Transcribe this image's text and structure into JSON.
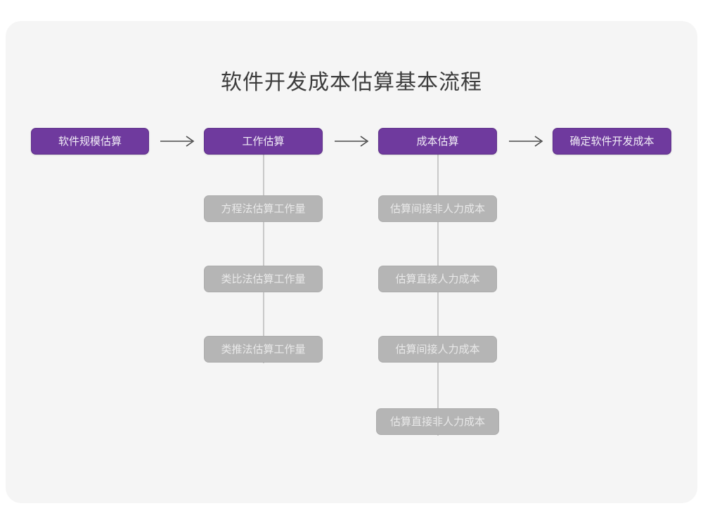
{
  "page": {
    "title": "软件开发成本估算基本流程",
    "background_color": "#ffffff",
    "card_color": "#f5f5f5"
  },
  "theme": {
    "primary_color": "#6f3a9e",
    "primary_border_color": "#5e3089",
    "primary_text_color": "#f2eef7",
    "secondary_color": "#b5b5b5",
    "secondary_border_color": "#acacac",
    "secondary_text_color": "#e9e9e9",
    "connector_color": "#c9c9c9",
    "arrow_color": "#4a4a4a",
    "title_color": "#3c3c3c"
  },
  "chart_data": {
    "type": "diagram",
    "title": "软件开发成本估算基本流程",
    "stages": [
      {
        "id": "stage-1",
        "label": "软件规模估算",
        "substeps": []
      },
      {
        "id": "stage-2",
        "label": "工作估算",
        "substeps": [
          "方程法估算工作量",
          "类比法估算工作量",
          "类推法估算工作量"
        ]
      },
      {
        "id": "stage-3",
        "label": "成本估算",
        "substeps": [
          "估算间接非人力成本",
          "估算直接人力成本",
          "估算间接人力成本",
          "估算直接非人力成本"
        ]
      },
      {
        "id": "stage-4",
        "label": "确定软件开发成本",
        "substeps": []
      }
    ],
    "connectors": [
      {
        "from": "stage-1",
        "to": "stage-2",
        "style": "arrow-right"
      },
      {
        "from": "stage-2",
        "to": "stage-3",
        "style": "arrow-right"
      },
      {
        "from": "stage-3",
        "to": "stage-4",
        "style": "arrow-right"
      },
      {
        "from": "stage-2",
        "to": "stage-2-substeps",
        "style": "vertical-line"
      },
      {
        "from": "stage-3",
        "to": "stage-3-substeps",
        "style": "vertical-line"
      }
    ],
    "arrow_glyph": "→"
  }
}
